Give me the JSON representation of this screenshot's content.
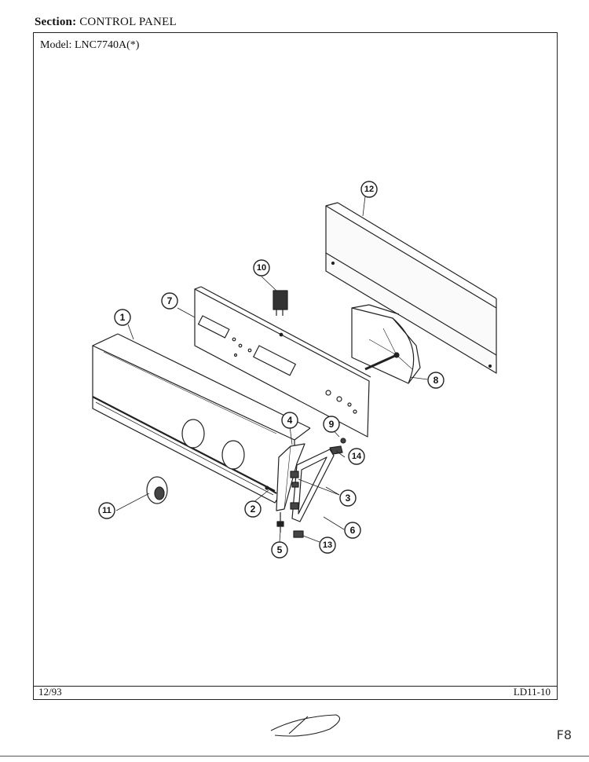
{
  "header": {
    "section_label": "Section:",
    "section_value": "CONTROL PANEL"
  },
  "model": {
    "label": "Model:",
    "value": "LNC7740A(*)"
  },
  "footer": {
    "date": "12/93",
    "page_code": "LD11-10"
  },
  "handwritten": {
    "page_mark": "F8"
  },
  "callouts": {
    "c1": "1",
    "c2": "2",
    "c3": "3",
    "c4": "4",
    "c5": "5",
    "c6": "6",
    "c7": "7",
    "c8": "8",
    "c9": "9",
    "c10": "10",
    "c11": "11",
    "c12": "12",
    "c13": "13",
    "c14": "14"
  }
}
